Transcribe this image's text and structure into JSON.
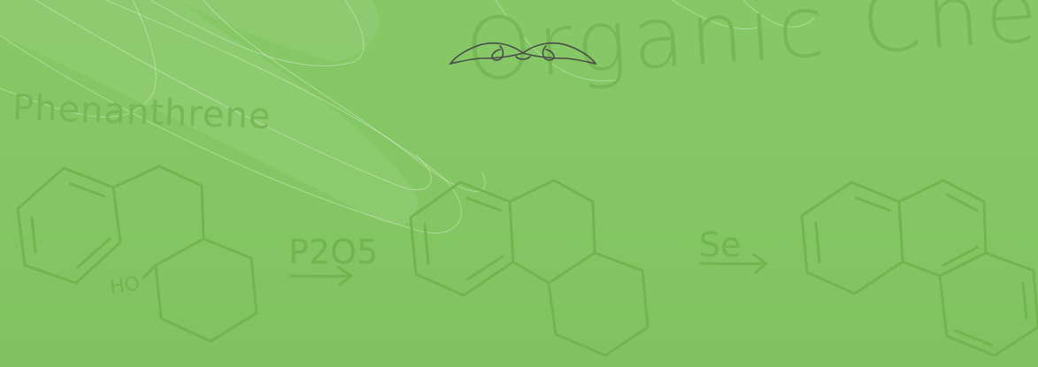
{
  "header": {
    "title": "Organic Chemistry",
    "subtitle": "Phenanthrene"
  },
  "reaction": {
    "substituent": "HO",
    "reagent_1": "P2O5",
    "reagent_2": "Se"
  },
  "colors": {
    "background": "#84c764",
    "ink": "#72b550",
    "ornament": "#4a4a4a"
  },
  "icons": [
    "ornament-icon"
  ]
}
